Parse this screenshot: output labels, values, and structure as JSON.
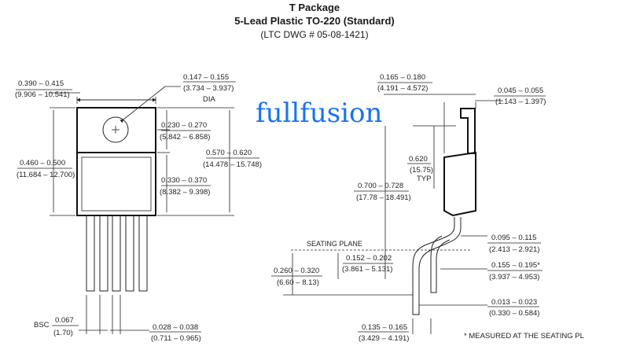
{
  "header": {
    "title": "T Package",
    "subtitle": "5-Lead Plastic TO-220 (Standard)",
    "drawing_no": "(LTC DWG # 05-08-1421)"
  },
  "watermark": "fullfusion",
  "front_view": {
    "width": [
      "0.390 – 0.415",
      "(9.906 – 10.541)"
    ],
    "hole_dia": [
      "0.147 – 0.155",
      "(3.734 – 3.937)",
      "DIA"
    ],
    "tab_top": [
      "0.230 – 0.270",
      "(5.842 – 6.858)"
    ],
    "overall": [
      "0.570 – 0.620",
      "(14.478 – 15.748)"
    ],
    "height": [
      "0.460 – 0.500",
      "(11.684 – 12.700)"
    ],
    "body": [
      "0.330 – 0.370",
      "(8.382 – 9.398)"
    ],
    "pitch": [
      "BSC",
      "0.067",
      "(1.70)"
    ],
    "lead_width": [
      "0.028 – 0.038",
      "(0.711 – 0.965)"
    ]
  },
  "side_view": {
    "thickness": [
      "0.165 – 0.180",
      "(4.191 – 4.572)"
    ],
    "tab_thick": [
      "0.045 – 0.055",
      "(1.143 – 1.397)"
    ],
    "bend": [
      "0.620",
      "(15.75)",
      "TYP"
    ],
    "lead_len": [
      "0.700 – 0.728",
      "(17.78 – 18.491)"
    ],
    "seating_plane": "SEATING PLANE",
    "offset": [
      "0.095 – 0.115",
      "(2.413 – 2.921)"
    ],
    "standoff": [
      "0.152 – 0.202",
      "(3.861 – 5.131)"
    ],
    "lead_bend": [
      "0.260 – 0.320",
      "(6.60 – 8.13)"
    ],
    "spread": [
      "0.155 – 0.195*",
      "(3.937 – 4.953)"
    ],
    "lead_thick": [
      "0.013 – 0.023",
      "(0.330 – 0.584)"
    ],
    "foot": [
      "0.135 – 0.165",
      "(3.429 – 4.191)"
    ],
    "footnote": "* MEASURED AT THE SEATING PL"
  }
}
